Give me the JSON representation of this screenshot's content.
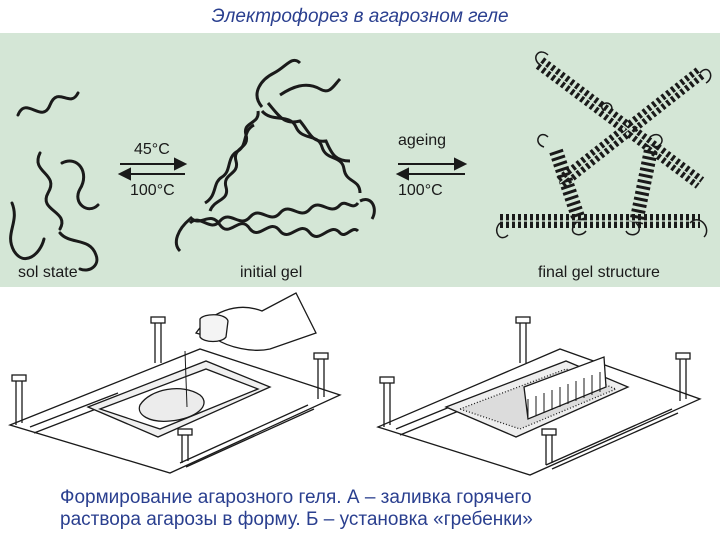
{
  "title": "Электрофорез в агарозном геле",
  "colors": {
    "title_text": "#2a3f8f",
    "panel_bg": "#d4e6d6",
    "ink": "#1a1a1a"
  },
  "diagram": {
    "arrow_left_top": "45°C",
    "arrow_left_bottom": "100°C",
    "arrow_right_top": "ageing",
    "arrow_right_bottom": "100°C",
    "stage_labels": [
      "sol state",
      "initial gel",
      "final gel structure"
    ]
  },
  "caption": {
    "line1": "Формирование агарозного геля. А – заливка горячего",
    "line2": "раствора агарозы в форму. Б – установка «гребенки»"
  }
}
